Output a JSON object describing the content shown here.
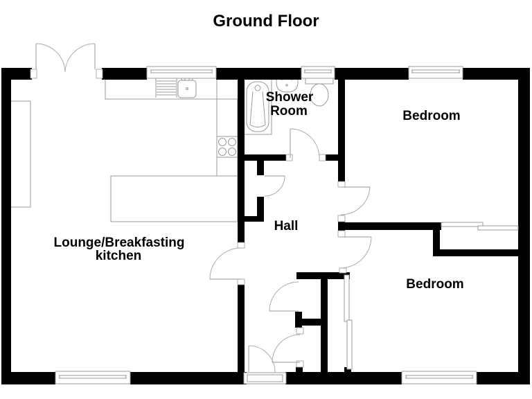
{
  "title": "Ground Floor",
  "labels": {
    "lounge_line1": "Lounge/Breakfasting",
    "lounge_line2": "kitchen",
    "shower_line1": "Shower",
    "shower_line2": "Room",
    "hall": "Hall",
    "bedroom_top": "Bedroom",
    "bedroom_bottom": "Bedroom"
  },
  "colors": {
    "wall": "#000000",
    "fixture": "#9a9a9a",
    "door": "#aaaaaa",
    "background": "#ffffff",
    "text": "#000000"
  }
}
